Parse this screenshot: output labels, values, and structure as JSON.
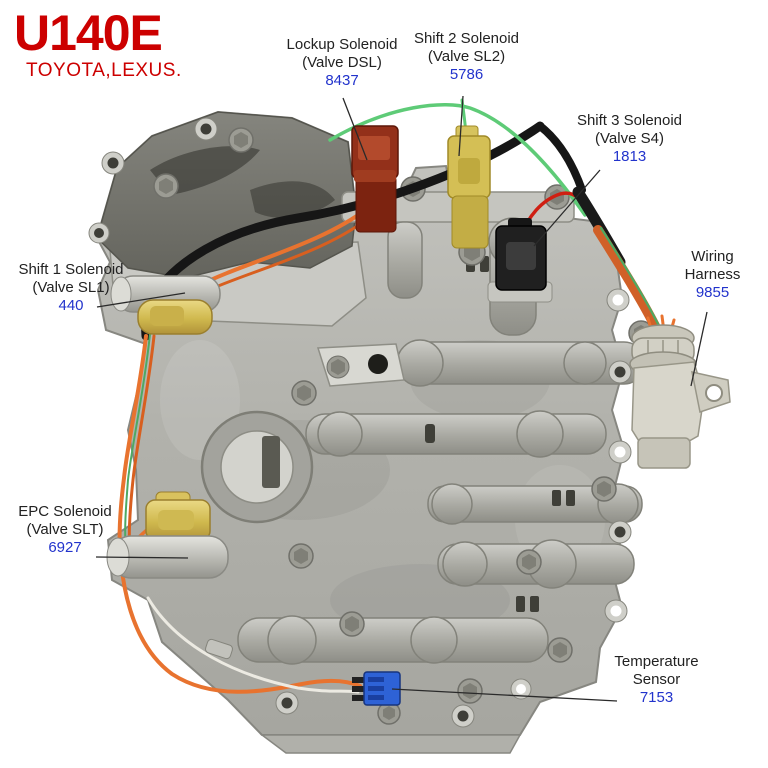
{
  "title": {
    "model": "U140E",
    "brand": "TOYOTA,LEXUS."
  },
  "colors": {
    "title_red": "#cc0000",
    "number_blue": "#2233cc",
    "label_text": "#222222",
    "background": "#ffffff",
    "body_gray": "#b4b4ae",
    "wire_orange": "#e8732f",
    "wire_green": "#5ecb77",
    "wire_red": "#cf1f12",
    "cable_black": "#161616",
    "temp_sensor_blue": "#2e62d6",
    "brass_yellow": "#d4bf55"
  },
  "labels": [
    {
      "id": "lockup",
      "lines": [
        "Lockup Solenoid",
        "(Valve DSL)"
      ],
      "number": "8437"
    },
    {
      "id": "shift2",
      "lines": [
        "Shift 2 Solenoid",
        "(Valve SL2)"
      ],
      "number": "5786"
    },
    {
      "id": "shift3",
      "lines": [
        "Shift 3 Solenoid",
        "(Valve S4)"
      ],
      "number": "1813"
    },
    {
      "id": "harness",
      "lines": [
        "Wiring",
        "Harness"
      ],
      "number": "9855"
    },
    {
      "id": "shift1",
      "lines": [
        "Shift 1 Solenoid",
        "(Valve SL1)"
      ],
      "number": "440"
    },
    {
      "id": "epc",
      "lines": [
        "EPC Solenoid",
        "(Valve SLT)"
      ],
      "number": "6927"
    },
    {
      "id": "temp",
      "lines": [
        "Temperature",
        "Sensor"
      ],
      "number": "7153"
    }
  ]
}
